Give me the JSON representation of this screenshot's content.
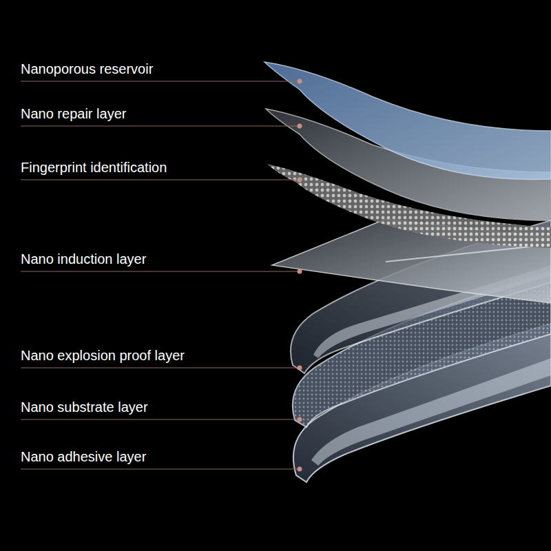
{
  "diagram": {
    "labels": [
      "Nanoporous reservoir",
      "Nano repair layer",
      "Fingerprint identification",
      "Nano induction layer",
      "Nano explosion proof layer",
      "Nano substrate layer",
      "Nano adhesive layer"
    ]
  }
}
